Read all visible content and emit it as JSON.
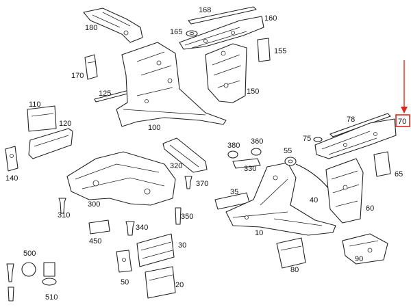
{
  "diagram": {
    "highlighted_callout": "70",
    "callouts": [
      "10",
      "20",
      "30",
      "35",
      "40",
      "50",
      "55",
      "60",
      "65",
      "70",
      "75",
      "78",
      "80",
      "90",
      "100",
      "110",
      "120",
      "125",
      "140",
      "150",
      "155",
      "160",
      "165",
      "168",
      "170",
      "180",
      "300",
      "310",
      "320",
      "330",
      "340",
      "350",
      "360",
      "370",
      "380",
      "450",
      "500",
      "510"
    ],
    "colors": {
      "line": "#222222",
      "highlight": "#e0251b",
      "background": "#ffffff"
    }
  }
}
